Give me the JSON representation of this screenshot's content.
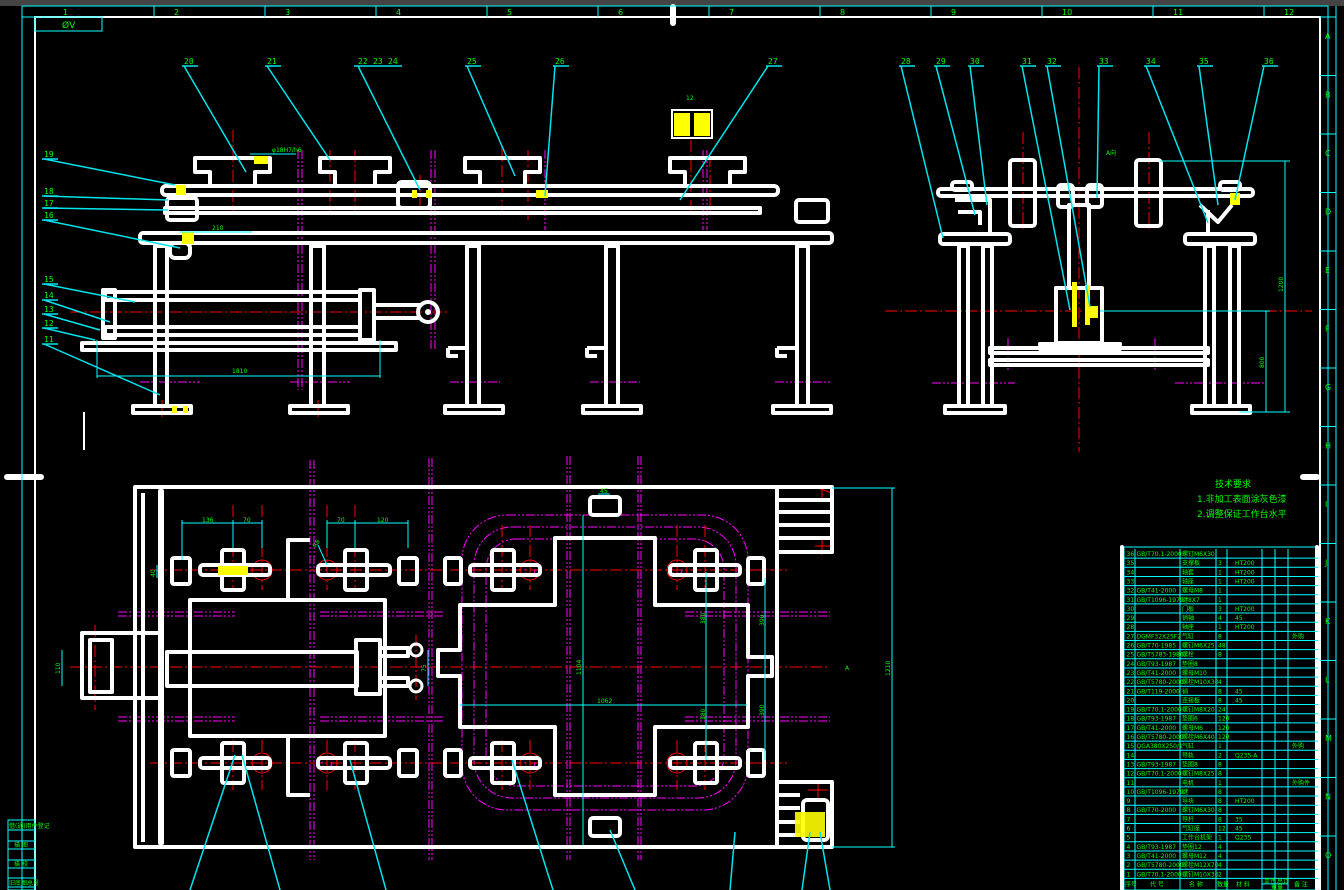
{
  "frame": {
    "top_zones": [
      "1",
      "2",
      "3",
      "4",
      "5",
      "6",
      "7",
      "8",
      "9",
      "10",
      "11",
      "12"
    ],
    "side_zones": [
      "A",
      "B",
      "C",
      "D",
      "E",
      "F",
      "G",
      "H",
      "I",
      "J",
      "K",
      "L",
      "M",
      "N",
      "O"
    ],
    "corner_label": "ØV",
    "left_strip": [
      "借(通)用件登记",
      "描 图",
      "描 校",
      "旧底图总号"
    ]
  },
  "balloons": {
    "front_left": [
      "19",
      "18",
      "17",
      "16",
      "15",
      "14",
      "13",
      "12",
      "11"
    ],
    "front_top": [
      "20",
      "21",
      "22",
      "23",
      "24",
      "25",
      "26",
      "27"
    ],
    "side_top": [
      "28",
      "29",
      "30",
      "31",
      "32",
      "33",
      "34",
      "35",
      "36"
    ],
    "motor": "12"
  },
  "dimensions": {
    "fit": "φ18H7/h6",
    "front_210": "210",
    "front_1810": "1810",
    "side_view_label": "A向",
    "side_1200": "1200",
    "side_800": "800",
    "plan_136": "136",
    "plan_70a": "70",
    "plan_70b": "70",
    "plan_120": "120",
    "plan_40": "40",
    "plan_110": "110",
    "plan_r": "R8",
    "plan_75": "75",
    "plan_45": "45",
    "plan_1104": "1104",
    "plan_1062": "1062",
    "plan_380a": "380",
    "plan_380b": "380",
    "plan_390a": "390",
    "plan_390b": "390",
    "plan_1210": "1210",
    "plan_view_arrow": "A"
  },
  "tech_requirements": {
    "title": "技术要求",
    "items": [
      "1.非加工表面涂灰色漆",
      "2.调整保证工作台水平"
    ]
  },
  "parts_table": {
    "header": {
      "no": "序号",
      "code": "代 号",
      "name": "名 称",
      "qty": "数量",
      "material": "材 料",
      "unit": "单件",
      "total": "总计",
      "weight": "重量",
      "remark": "备 注"
    },
    "rows": [
      {
        "no": "36",
        "code": "GB/T70.1-2000",
        "name": "螺钉M6X30",
        "qty": "",
        "material": "",
        "remark": ""
      },
      {
        "no": "35",
        "code": "",
        "name": "支撑板",
        "qty": "3",
        "material": "HT200",
        "remark": ""
      },
      {
        "no": "34",
        "code": "",
        "name": "轴套",
        "qty": "1",
        "material": "HT200",
        "remark": ""
      },
      {
        "no": "33",
        "code": "",
        "name": "轴座",
        "qty": "1",
        "material": "HT200",
        "remark": ""
      },
      {
        "no": "32",
        "code": "GB/T41-2000",
        "name": "螺母M8",
        "qty": "1",
        "material": "",
        "remark": ""
      },
      {
        "no": "31",
        "code": "GB/T1096-1979",
        "name": "键8X7",
        "qty": "1",
        "material": "",
        "remark": ""
      },
      {
        "no": "30",
        "code": "",
        "name": "门板",
        "qty": "3",
        "material": "HT200",
        "remark": ""
      },
      {
        "no": "29",
        "code": "",
        "name": "销轴",
        "qty": "4",
        "material": "45",
        "remark": ""
      },
      {
        "no": "28",
        "code": "",
        "name": "轴座",
        "qty": "1",
        "material": "HT200",
        "remark": ""
      },
      {
        "no": "27",
        "code": "DGMF32X25F2",
        "name": "气缸",
        "qty": "8",
        "material": "",
        "remark": "外购"
      },
      {
        "no": "26",
        "code": "GB/T70-1985",
        "name": "螺钉M6X25",
        "qty": "48",
        "material": "",
        "remark": ""
      },
      {
        "no": "25",
        "code": "GB/T5783-1986",
        "name": "螺栓",
        "qty": "8",
        "material": "",
        "remark": ""
      },
      {
        "no": "24",
        "code": "GB/T93-1987",
        "name": "垫圈8",
        "qty": "",
        "material": "",
        "remark": ""
      },
      {
        "no": "23",
        "code": "GB/T41-2000",
        "name": "螺母M10",
        "qty": "",
        "material": "",
        "remark": ""
      },
      {
        "no": "22",
        "code": "GB/T5780-2000",
        "name": "螺栓M10X30",
        "qty": "4",
        "material": "",
        "remark": ""
      },
      {
        "no": "21",
        "code": "GB/T119-2000",
        "name": "销",
        "qty": "8",
        "material": "45",
        "remark": ""
      },
      {
        "no": "20",
        "code": "",
        "name": "连接板",
        "qty": "8",
        "material": "45",
        "remark": ""
      },
      {
        "no": "19",
        "code": "GB/T70.1-2000",
        "name": "螺钉M8X20",
        "qty": "24",
        "material": "",
        "remark": ""
      },
      {
        "no": "18",
        "code": "GB/T93-1987",
        "name": "垫圈6",
        "qty": "120",
        "material": "",
        "remark": ""
      },
      {
        "no": "17",
        "code": "GB/T41-2000",
        "name": "螺母M6",
        "qty": "120",
        "material": "",
        "remark": ""
      },
      {
        "no": "16",
        "code": "GB/T5780-2000",
        "name": "螺栓M6X40",
        "qty": "120",
        "material": "",
        "remark": ""
      },
      {
        "no": "15",
        "code": "QGA380X250/1",
        "name": "气缸",
        "qty": "1",
        "material": "",
        "remark": "外购"
      },
      {
        "no": "14",
        "code": "",
        "name": "导轨",
        "qty": "2",
        "material": "Q235-A",
        "remark": ""
      },
      {
        "no": "13",
        "code": "GB/T93-1987",
        "name": "垫圈8",
        "qty": "8",
        "material": "",
        "remark": ""
      },
      {
        "no": "12",
        "code": "GB/T70.1-2000",
        "name": "螺钉M8X25",
        "qty": "8",
        "material": "",
        "remark": ""
      },
      {
        "no": "11",
        "code": "",
        "name": "电机",
        "qty": "1",
        "material": "",
        "remark": "外购件"
      },
      {
        "no": "10",
        "code": "GB/T1096-1979",
        "name": "键",
        "qty": "8",
        "material": "",
        "remark": ""
      },
      {
        "no": "9",
        "code": "",
        "name": "导块",
        "qty": "8",
        "material": "HT200",
        "remark": ""
      },
      {
        "no": "8",
        "code": "GB/T70-2000",
        "name": "螺钉M6X30",
        "qty": "8",
        "material": "",
        "remark": ""
      },
      {
        "no": "7",
        "code": "",
        "name": "导杆",
        "qty": "8",
        "material": "35",
        "remark": ""
      },
      {
        "no": "6",
        "code": "",
        "name": "气缸座",
        "qty": "12",
        "material": "45",
        "remark": ""
      },
      {
        "no": "5",
        "code": "",
        "name": "工作台机架",
        "qty": "1",
        "material": "Q235",
        "remark": ""
      },
      {
        "no": "4",
        "code": "GB/T93-1987",
        "name": "垫圈12",
        "qty": "4",
        "material": "",
        "remark": ""
      },
      {
        "no": "3",
        "code": "GB/T41-2000",
        "name": "螺母M12",
        "qty": "4",
        "material": "",
        "remark": ""
      },
      {
        "no": "2",
        "code": "GB/T5780-2000",
        "name": "螺栓M12X70",
        "qty": "4",
        "material": "",
        "remark": ""
      },
      {
        "no": "1",
        "code": "GB/T70.1-2000",
        "name": "螺钉M10X30",
        "qty": "2",
        "material": "",
        "remark": ""
      }
    ]
  },
  "colors": {
    "background": "#000000",
    "outline": "#ffffff",
    "dimension": "#00ffff",
    "text": "#00ff00",
    "centerline": "#ff0000",
    "phantom": "#ff00ff",
    "hatch": "#ffff00"
  }
}
